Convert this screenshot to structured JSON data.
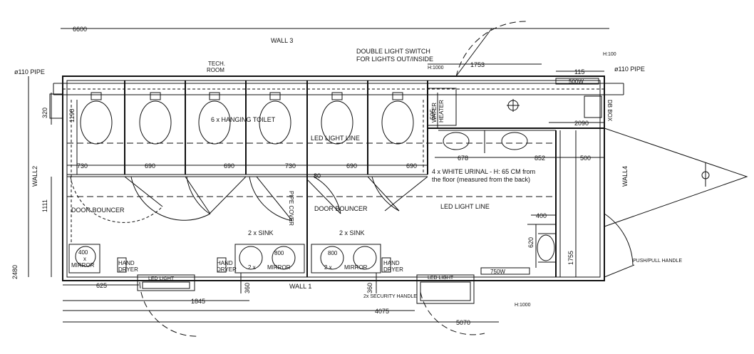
{
  "walls": {
    "top": "WALL 3",
    "bottom": "WALL 1",
    "left": "WALL2",
    "right": "WALL4"
  },
  "pipes": {
    "left": "ø110 PIPE",
    "right": "ø110 PIPE"
  },
  "notes": {
    "tech_room_line1": "TECH.",
    "tech_room_line2": "ROOM",
    "switch_line1": "DOUBLE LIGHT SWITCH",
    "switch_line2": "FOR LIGHTS OUT/INSIDE",
    "hanging_toilet": "6 x HANGING TOILET",
    "led_light_line_upper": "LED LIGHT LINE",
    "led_light_line_lower": "LED LIGHT LINE",
    "urinal_line1": "4 x WHITE URINAL - H: 65 CM from",
    "urinal_line2": "the floor (measured from the back)",
    "door_bouncer_left": "DOOR BOUNCER",
    "door_bouncer_right": "DOOR BOUNCER",
    "pipe_cover": "PIPE COVER",
    "sink_left": "2 x SINK",
    "sink_right": "2 x SINK",
    "mirror_left": "MIRROR",
    "mirror_center_left": "MIRROR",
    "mirror_center_right": "MIRROR",
    "mirror_x_left": "x",
    "mirror_2x_a": "2 x",
    "mirror_2x_b": "2 x",
    "hand_dryer_line1": "HAND",
    "hand_dryer_line2": "DRYER",
    "led_light_box": "LED LIGHT",
    "water_heater_line1": "WATER",
    "water_heater_line2": "HEATER",
    "db_box": "DB BOX",
    "security_handle": "2x SECURITY HANDLE",
    "push_pull_handle": "PUSH/PULL HANDLE",
    "heater_500w": "500W",
    "heater_750w": "750W",
    "h1000_top": "H:1000",
    "h1000_bottom": "H:1000",
    "h100": "H:100"
  },
  "dimensions": {
    "d6600": "6600",
    "d1753": "1753",
    "d115": "115",
    "d2090": "2090",
    "d320": "320",
    "d1190": "1190",
    "d595": "595",
    "d730a": "730",
    "d690a": "690",
    "d690b": "690",
    "d730b": "730",
    "d690c": "690",
    "d690d": "690",
    "d678": "678",
    "d852": "852",
    "d500": "500",
    "d1111": "1111",
    "d2480": "2480",
    "d80": "80",
    "d400b": "400",
    "d620": "620",
    "d1755": "1755",
    "d400a": "400",
    "d800a": "800",
    "d800b": "800",
    "d625": "625",
    "d360a": "360",
    "d360b": "360",
    "d1845": "1845",
    "d4075": "4075",
    "d5070": "5070"
  }
}
